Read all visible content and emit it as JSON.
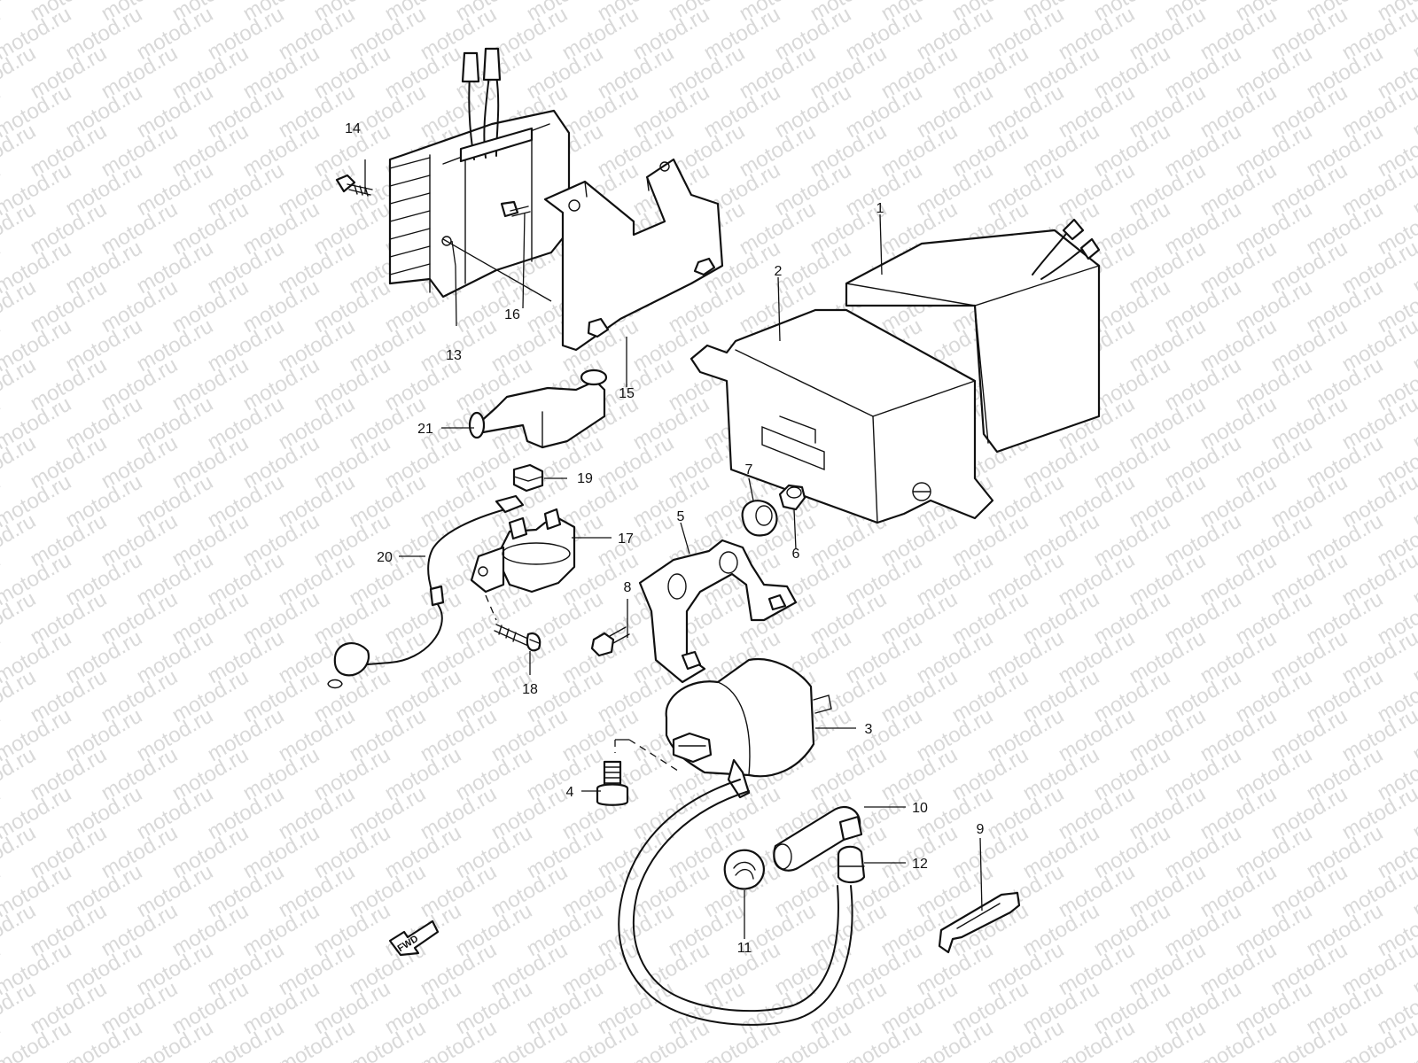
{
  "watermark": {
    "text": "motod.ru"
  },
  "direction_badge": {
    "text": "FWD"
  },
  "callouts": [
    {
      "id": "1",
      "label": "1"
    },
    {
      "id": "2",
      "label": "2"
    },
    {
      "id": "3",
      "label": "3"
    },
    {
      "id": "4",
      "label": "4"
    },
    {
      "id": "5",
      "label": "5"
    },
    {
      "id": "6",
      "label": "6"
    },
    {
      "id": "7",
      "label": "7"
    },
    {
      "id": "8",
      "label": "8"
    },
    {
      "id": "9",
      "label": "9"
    },
    {
      "id": "10",
      "label": "10"
    },
    {
      "id": "11",
      "label": "11"
    },
    {
      "id": "12",
      "label": "12"
    },
    {
      "id": "13",
      "label": "13"
    },
    {
      "id": "14",
      "label": "14"
    },
    {
      "id": "15",
      "label": "15"
    },
    {
      "id": "16",
      "label": "16"
    },
    {
      "id": "17",
      "label": "17"
    },
    {
      "id": "18",
      "label": "18"
    },
    {
      "id": "19",
      "label": "19"
    },
    {
      "id": "20",
      "label": "20"
    },
    {
      "id": "21",
      "label": "21"
    }
  ]
}
